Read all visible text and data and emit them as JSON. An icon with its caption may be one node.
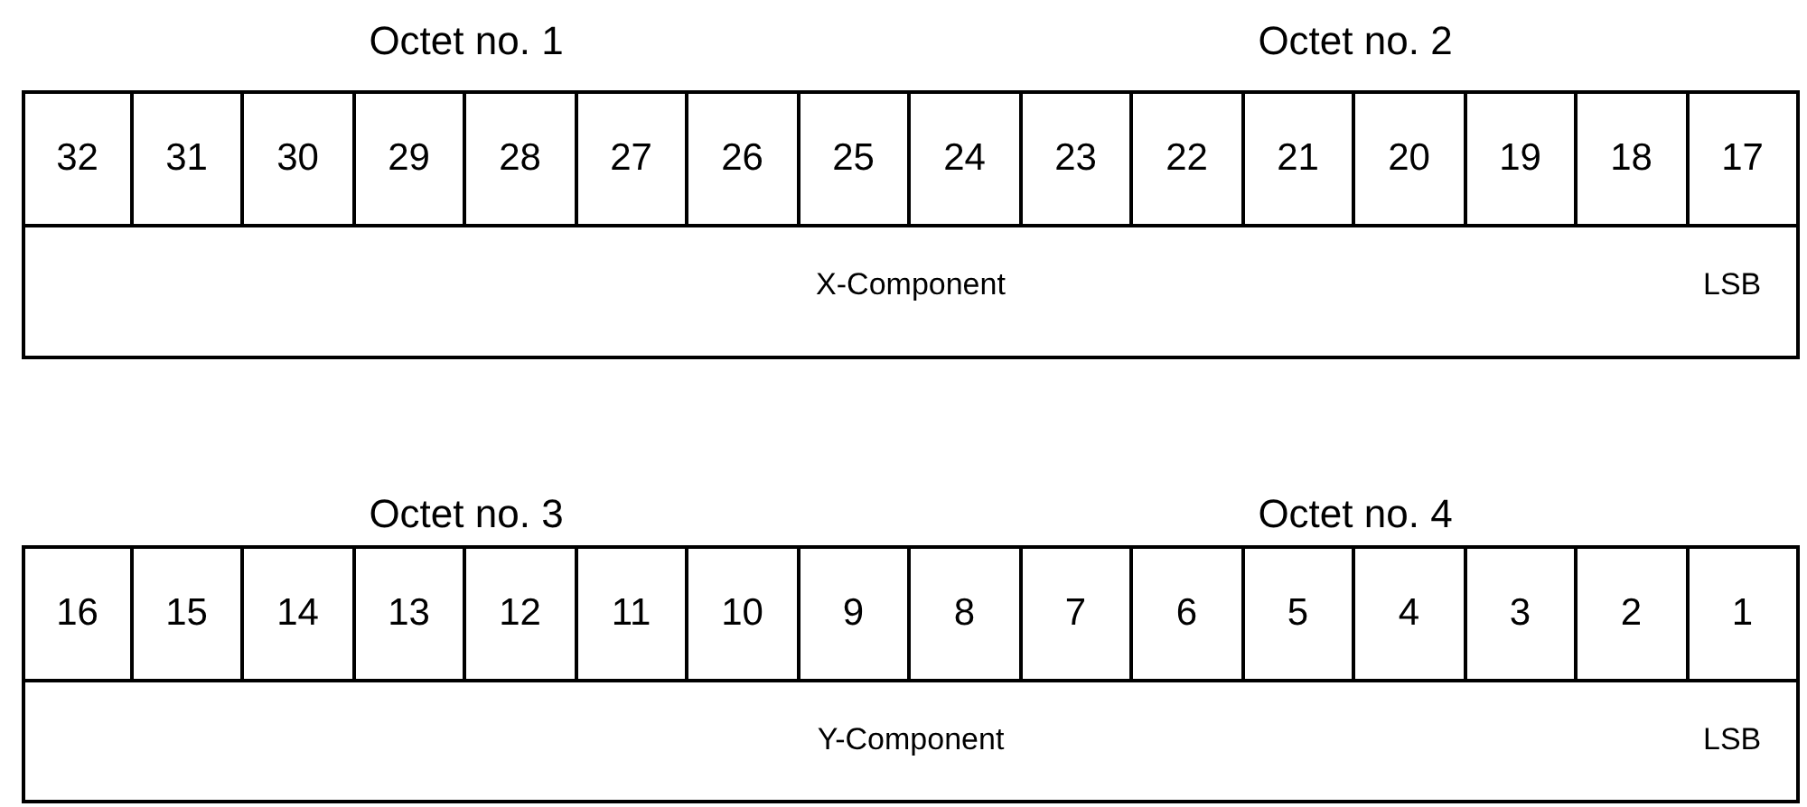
{
  "diagram": {
    "labels": [
      "Octet no. 1",
      "Octet no. 2",
      "32",
      "31",
      "30",
      "29",
      "28",
      "27",
      "26",
      "25",
      "24",
      "23",
      "22",
      "21",
      "20",
      "19",
      "18",
      "17",
      "X-Component",
      "LSB",
      "Octet no. 3",
      "Octet no. 4",
      "16",
      "15",
      "14",
      "13",
      "12",
      "11",
      "10",
      "9",
      "8",
      "7",
      "6",
      "5",
      "4",
      "3",
      "2",
      "1",
      "Y-Component",
      "LSB"
    ]
  }
}
